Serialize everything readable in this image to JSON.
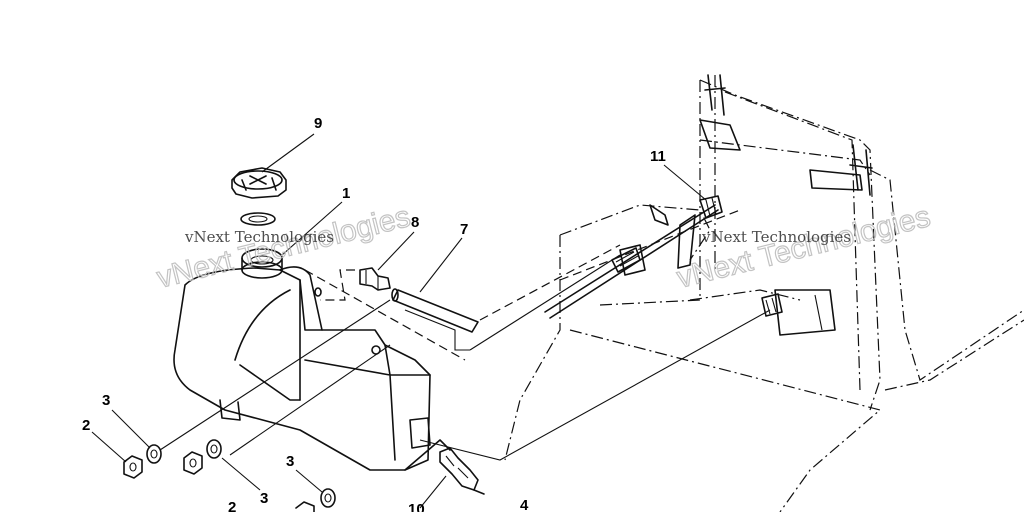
{
  "diagram": {
    "callouts": {
      "c1": "1",
      "c2a": "2",
      "c2b": "2",
      "c3a": "3",
      "c3b": "3",
      "c3c": "3",
      "c4": "4",
      "c7": "7",
      "c8": "8",
      "c9": "9",
      "c10": "10",
      "c11": "11"
    },
    "watermark": {
      "line_small": "vNext Technologies",
      "line_big": "vNext Technologies"
    }
  }
}
